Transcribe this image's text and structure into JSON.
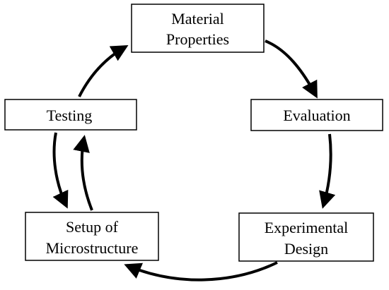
{
  "diagram": {
    "nodes": {
      "material_properties": {
        "line1": "Material",
        "line2": "Properties"
      },
      "evaluation": {
        "line1": "Evaluation"
      },
      "experimental_design": {
        "line1": "Experimental",
        "line2": "Design"
      },
      "setup_of_microstructure": {
        "line1": "Setup of",
        "line2": "Microstructure"
      },
      "testing": {
        "line1": "Testing"
      }
    },
    "edges": [
      {
        "from": "Material Properties",
        "to": "Evaluation"
      },
      {
        "from": "Evaluation",
        "to": "Experimental Design"
      },
      {
        "from": "Experimental Design",
        "to": "Setup of Microstructure"
      },
      {
        "from": "Testing",
        "to": "Setup of Microstructure"
      },
      {
        "from": "Setup of Microstructure",
        "to": "Testing"
      },
      {
        "from": "Testing",
        "to": "Material Properties"
      }
    ],
    "colors": {
      "stroke": "#000000",
      "background": "#ffffff"
    }
  }
}
